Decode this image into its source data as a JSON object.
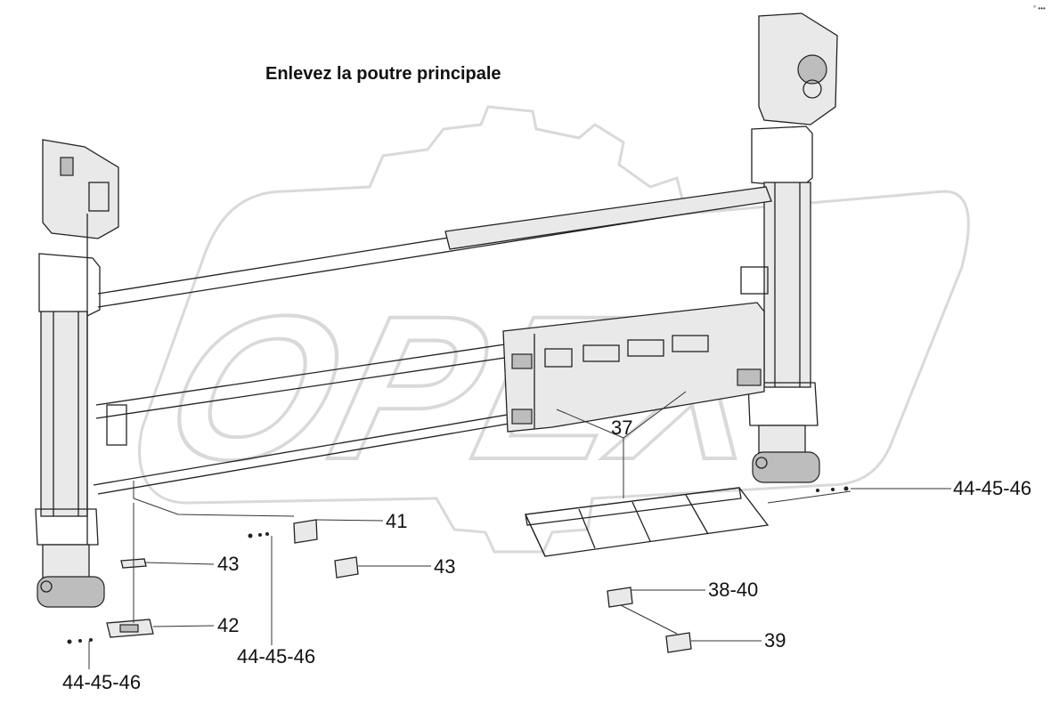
{
  "title": "Enlevez la poutre principale",
  "corner_mark": "° •••",
  "callouts": {
    "c37": "37",
    "c41": "41",
    "c43a": "43",
    "c43b": "43",
    "c42": "42",
    "c38_40": "38-40",
    "c39": "39",
    "c44_right": "44-45-46",
    "c44_mid": "44-45-46",
    "c44_left": "44-45-46"
  },
  "watermark": {
    "text": "OPEX",
    "color": "#d9d9d9"
  }
}
